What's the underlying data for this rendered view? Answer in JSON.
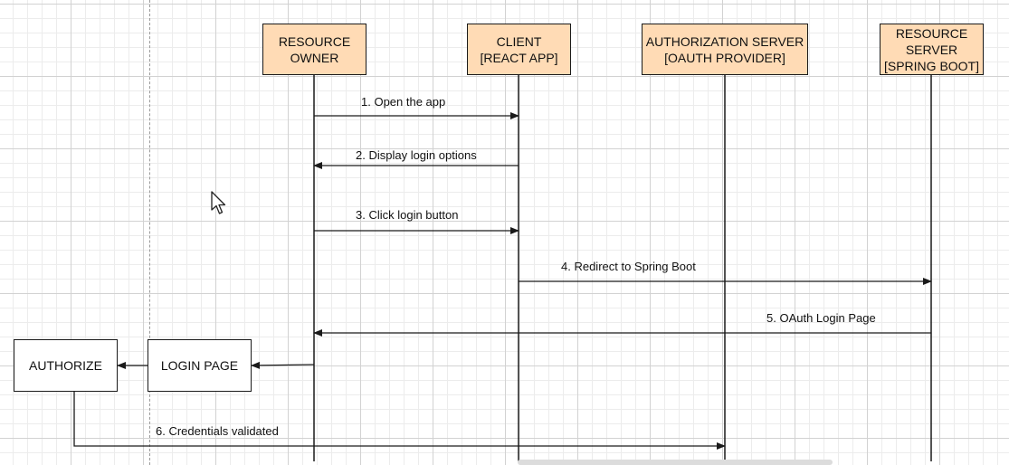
{
  "participants": [
    {
      "id": "resource_owner",
      "lines": [
        "RESOURCE",
        "OWNER"
      ]
    },
    {
      "id": "client",
      "lines": [
        "CLIENT",
        "[REACT APP]"
      ]
    },
    {
      "id": "authorization_server",
      "lines": [
        "AUTHORIZATION SERVER",
        "[OAUTH PROVIDER]"
      ]
    },
    {
      "id": "resource_server",
      "lines": [
        "RESOURCE",
        "SERVER",
        "[SPRING BOOT]"
      ]
    }
  ],
  "boxes": [
    {
      "id": "login_page",
      "label": "LOGIN PAGE"
    },
    {
      "id": "authorize",
      "label": "AUTHORIZE"
    }
  ],
  "messages": [
    {
      "label": "1. Open the app",
      "from": "resource_owner",
      "to": "client"
    },
    {
      "label": "2. Display login options",
      "from": "client",
      "to": "resource_owner"
    },
    {
      "label": "3. Click login button",
      "from": "resource_owner",
      "to": "client"
    },
    {
      "label": "4. Redirect to Spring Boot",
      "from": "client",
      "to": "resource_server"
    },
    {
      "label": "5. OAuth Login Page",
      "from": "resource_server",
      "to": "resource_owner"
    },
    {
      "label": "",
      "from": "resource_owner",
      "to": "login_page"
    },
    {
      "label": "",
      "from": "login_page",
      "to": "authorize"
    },
    {
      "label": "6. Credentials validated",
      "from": "authorize",
      "to": "authorization_server"
    }
  ],
  "colors": {
    "participant_fill": "#ffdbb5",
    "stroke": "#1a1a1a"
  }
}
